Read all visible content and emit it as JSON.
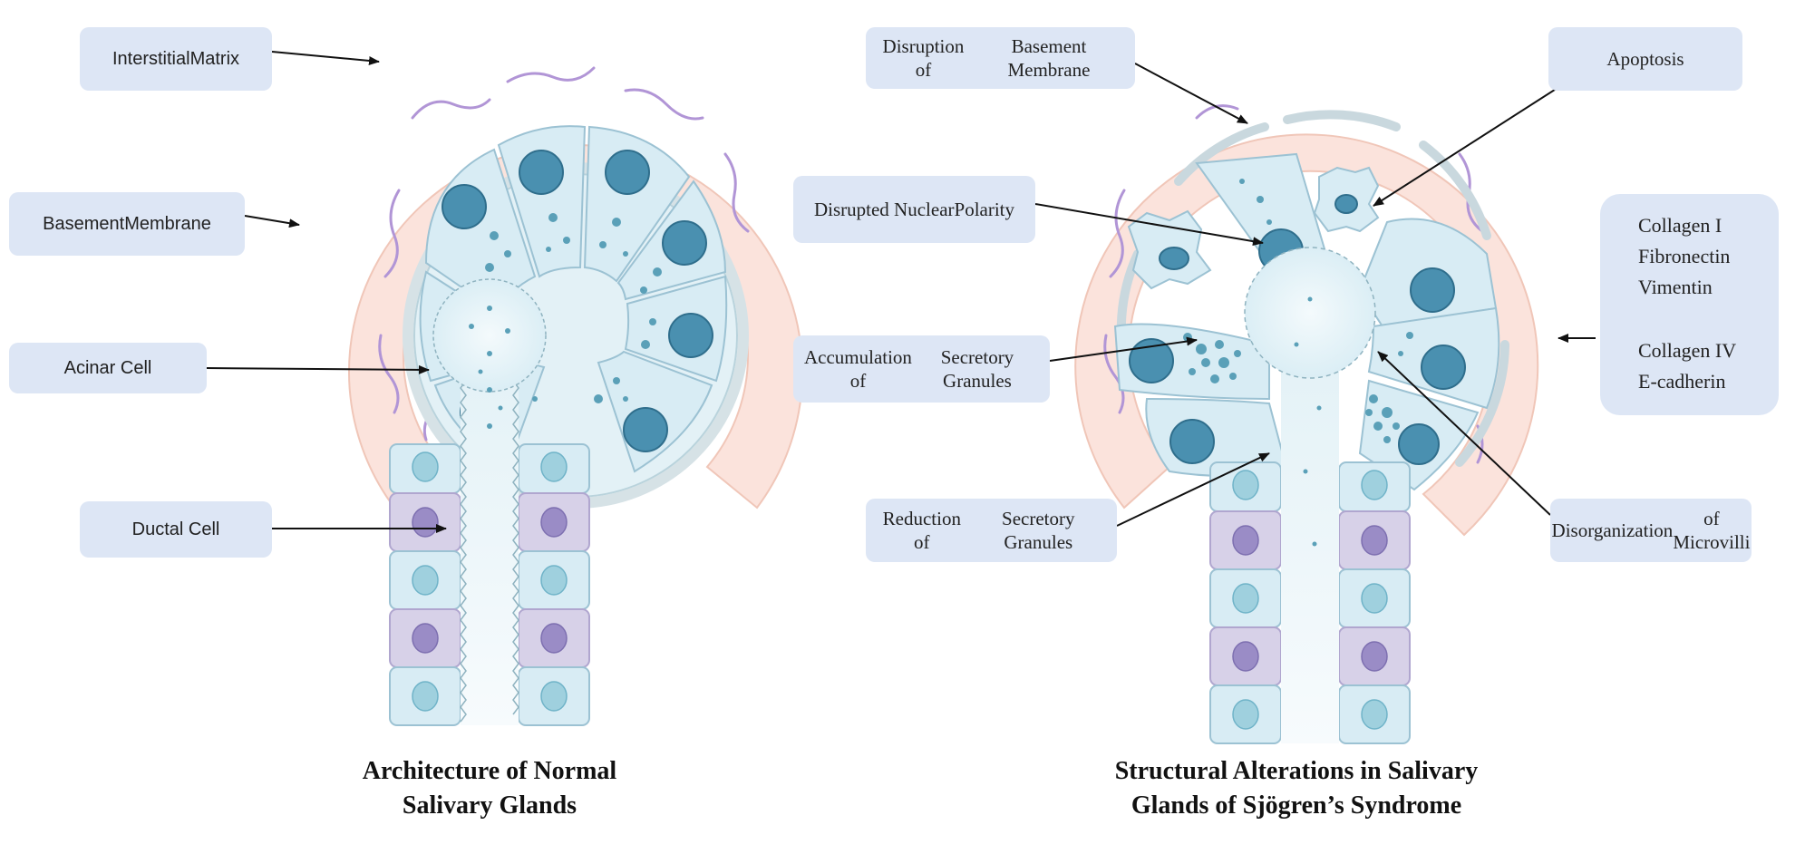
{
  "left_panel": {
    "title": [
      "Architecture of Normal",
      "Salivary Glands"
    ],
    "labels": {
      "interstitial_matrix": [
        "Interstitial",
        "Matrix"
      ],
      "basement_membrane": [
        "Basement",
        "Membrane"
      ],
      "acinar_cell": "Acinar Cell",
      "ductal_cell": "Ductal Cell"
    }
  },
  "right_panel": {
    "title": [
      "Structural Alterations in Salivary",
      "Glands of Sjögren’s Syndrome"
    ],
    "labels": {
      "disruption_bm": [
        "Disruption of",
        "Basement Membrane"
      ],
      "apoptosis": "Apoptosis",
      "nuclear_polarity": [
        "Disrupted Nuclear",
        "Polarity"
      ],
      "accumulation": [
        "Accumulation of",
        "Secretory Granules"
      ],
      "reduction": [
        "Reduction of",
        "Secretory Granules"
      ],
      "microvilli": [
        "Disorganization",
        "of Microvilli"
      ]
    },
    "markers": {
      "up": [
        "Collagen I",
        "Fibronectin",
        "Vimentin"
      ],
      "down": [
        "Collagen IV",
        "E-cadherin"
      ]
    }
  },
  "colors": {
    "matrix_fill": "#fbe3dc",
    "matrix_stroke": "#f0c6b8",
    "fiber": "#b195d6",
    "cell_fill": "#d8ecf4",
    "cell_stroke": "#9cc2d3",
    "nucleus": "#4a90b0",
    "duct_purple": "#d7d1e8",
    "label_bg": "#dde6f5",
    "arrow_fill": "#9fb5e8"
  }
}
